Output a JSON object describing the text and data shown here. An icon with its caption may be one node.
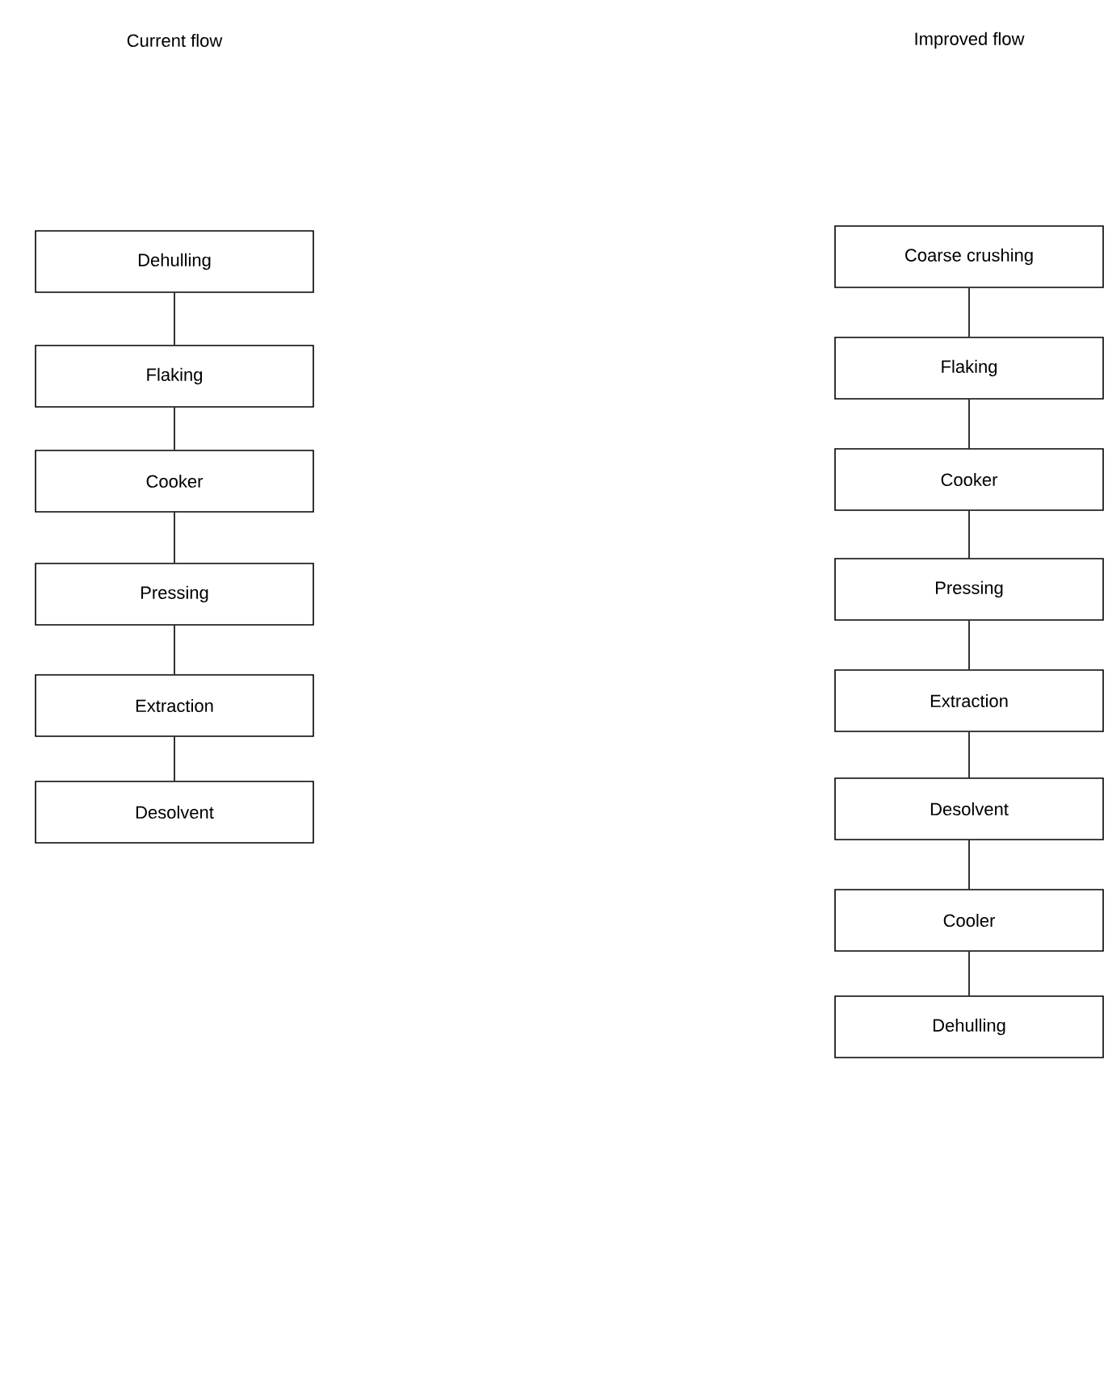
{
  "diagram": {
    "nodes": [
      {
        "text": [
          "Dehulling"
        ]
      },
      {
        "text": [
          "Flaking"
        ]
      },
      {
        "text": [
          "Cooker"
        ]
      },
      {
        "text": [
          "Pressing"
        ]
      },
      {
        "text": [
          "Extraction"
        ]
      },
      {
        "text": [
          "Desolvent"
        ]
      },
      {
        "text": [
          "Coarse crushing"
        ]
      },
      {
        "text": [
          "Flaking"
        ]
      },
      {
        "text": [
          "Cooker"
        ]
      },
      {
        "text": [
          "Pressing"
        ]
      },
      {
        "text": [
          "Extraction"
        ]
      },
      {
        "text": [
          "Desolvent"
        ]
      },
      {
        "text": [
          "Cooler"
        ]
      },
      {
        "text": [
          "Dehulling"
        ]
      }
    ],
    "edges": [
      {
        "from": 0,
        "to": 1,
        "arrow": "none"
      },
      {
        "from": 1,
        "to": 2,
        "arrow": "none"
      },
      {
        "from": 2,
        "to": 3,
        "arrow": "none"
      },
      {
        "from": 3,
        "to": 4,
        "arrow": "none"
      },
      {
        "from": 4,
        "to": 5,
        "arrow": "none"
      },
      {
        "from": 6,
        "to": 7,
        "arrow": "none"
      },
      {
        "from": 7,
        "to": 8,
        "arrow": "none"
      },
      {
        "from": 8,
        "to": 9,
        "arrow": "none"
      },
      {
        "from": 9,
        "to": 10,
        "arrow": "none"
      },
      {
        "from": 10,
        "to": 11,
        "arrow": "none"
      },
      {
        "from": 11,
        "to": 12,
        "arrow": "none"
      },
      {
        "from": 12,
        "to": 13,
        "arrow": "none"
      }
    ],
    "labels": [
      "Current flow",
      "Improved flow"
    ]
  }
}
